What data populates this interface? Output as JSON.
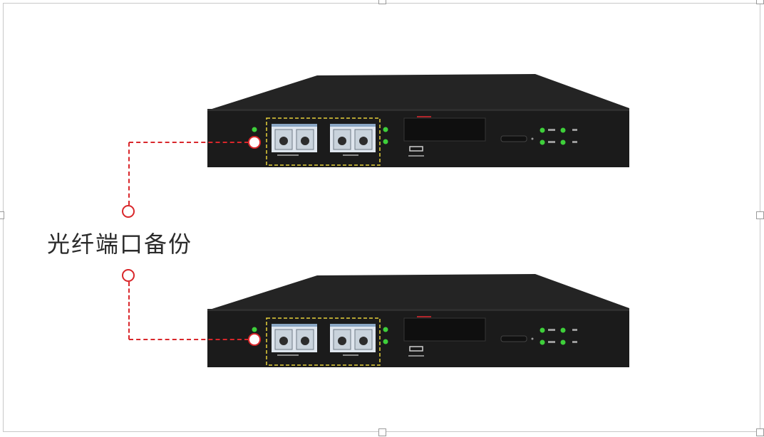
{
  "caption": "光纤端口备份",
  "colors": {
    "accent": "#d9272b",
    "device_body": "#1b1b1b",
    "led": "#3ecf3a",
    "highlight_box": "#e8d23a"
  },
  "devices": [
    {
      "id": "top"
    },
    {
      "id": "bottom"
    }
  ],
  "icons": [
    "connector-ring-icon"
  ]
}
